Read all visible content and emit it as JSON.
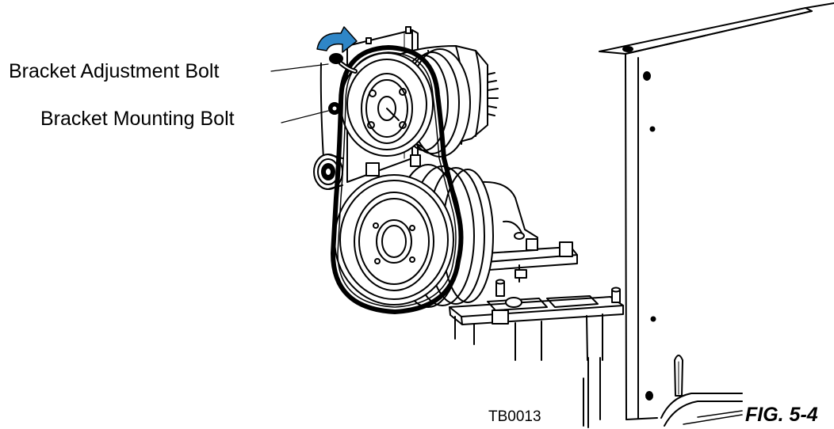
{
  "callouts": {
    "adjustment_bolt": "Bracket Adjustment Bolt",
    "mounting_bolt": "Bracket Mounting Bolt"
  },
  "drawing_code": "TB0013",
  "figure_label": "FIG. 5-4",
  "colors": {
    "line": "#000000",
    "arrow": "#2f86c7",
    "background": "#ffffff"
  },
  "icons": {
    "rotation_arrow": "curved-arrow-icon"
  }
}
